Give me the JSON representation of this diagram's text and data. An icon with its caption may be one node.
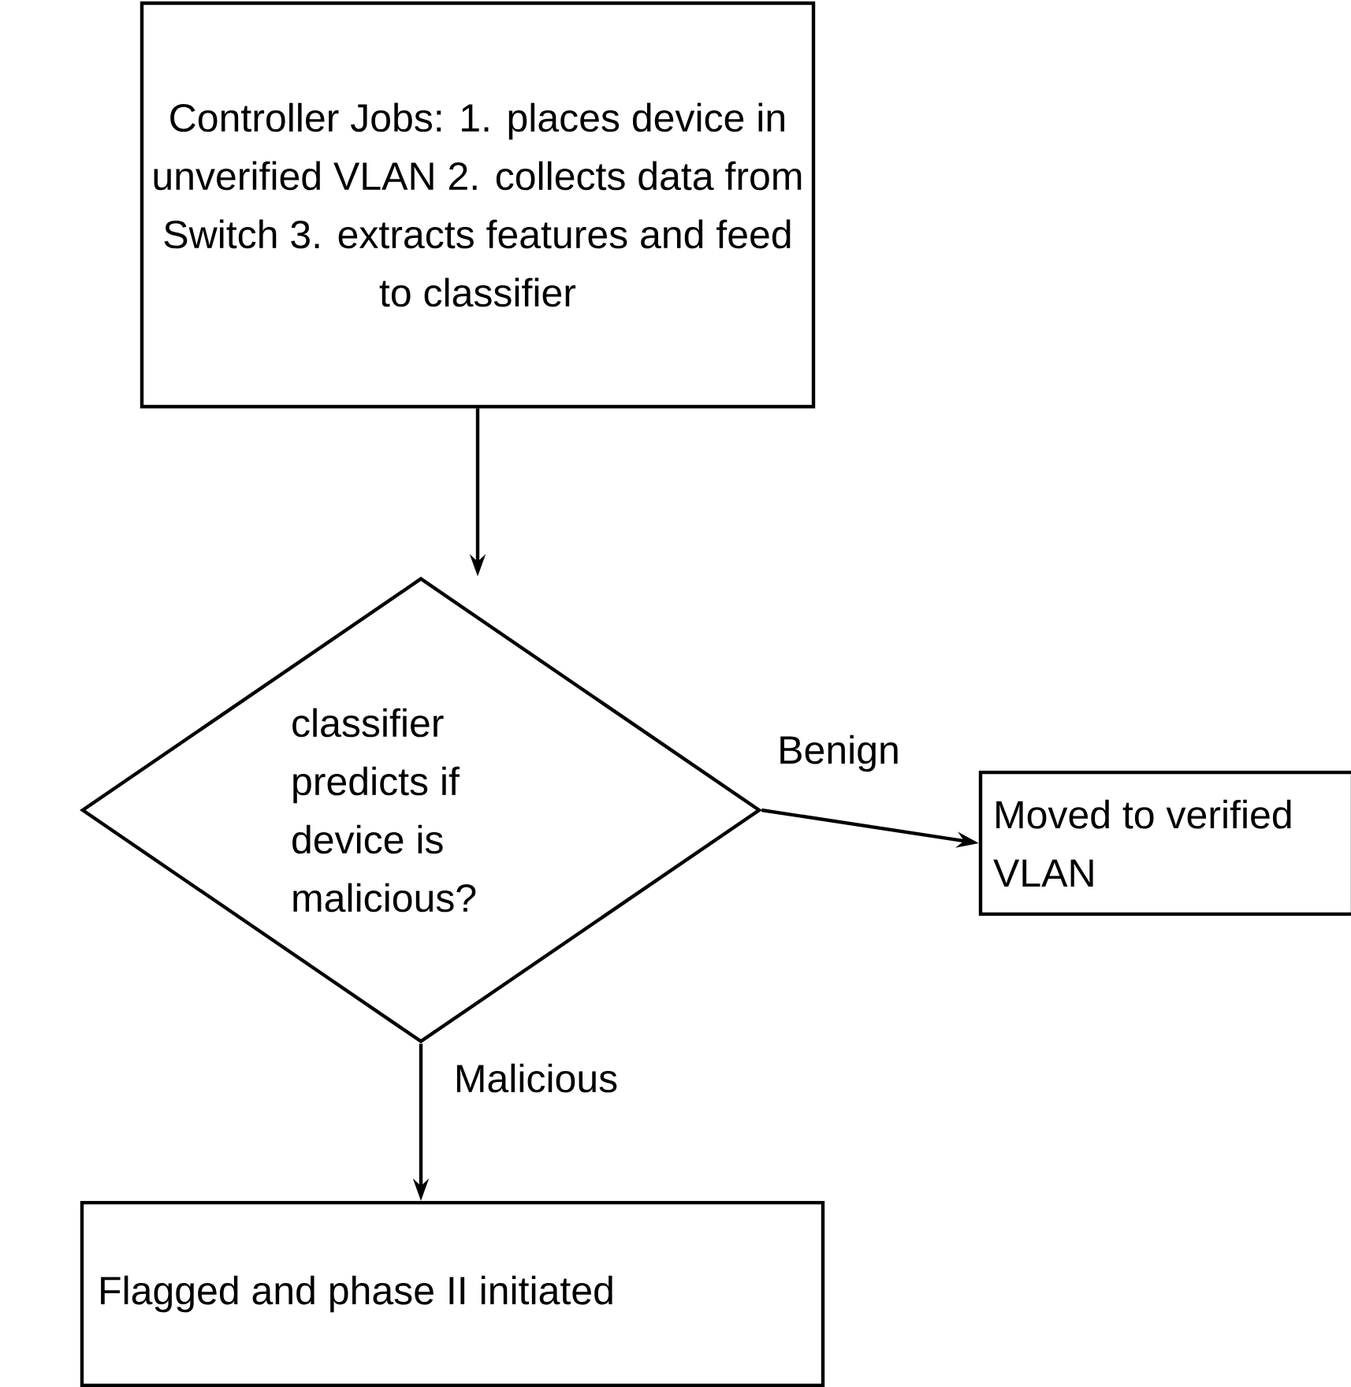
{
  "diagram": {
    "nodes": [
      {
        "text": [
          "Controller Jobs: 1. places device in unverified VLAN 2. collects data from Switch 3. extracts features and feed to classifier"
        ]
      },
      {
        "text": [
          "classifier predicts if device is malicious?"
        ]
      },
      {
        "text": [
          "Moved to verified VLAN"
        ]
      },
      {
        "text": [
          "Flagged and phase II initiated"
        ]
      }
    ],
    "edges": [
      {
        "from": 0,
        "to": 1,
        "arrow": "to"
      },
      {
        "from": 1,
        "to": 2,
        "arrow": "to",
        "label": "Benign"
      },
      {
        "from": 1,
        "to": 3,
        "arrow": "to",
        "label": "Malicious"
      }
    ]
  }
}
